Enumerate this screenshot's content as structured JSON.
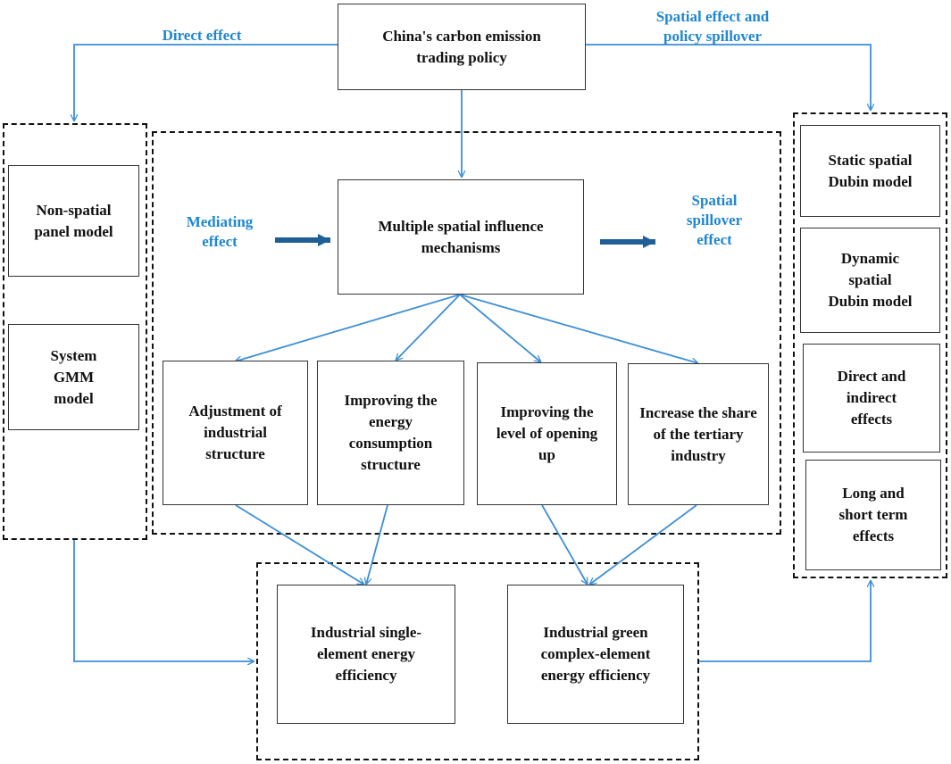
{
  "nodes": {
    "policy": "China's carbon emission trading policy",
    "mechanisms": "Multiple spatial influence mechanisms",
    "non_spatial": "Non-spatial panel model",
    "system_gmm": "System GMM model",
    "adjustment": "Adjustment of industrial structure",
    "energy_structure": "Improving the energy consumption structure",
    "opening_up": "Improving the level of opening up",
    "tertiary": "Increase the share of the tertiary industry",
    "static_sdm": "Static spatial Dubin model",
    "dynamic_sdm": "Dynamic spatial Dubin model",
    "direct_indirect": "Direct and indirect effects",
    "long_short": "Long and short term effects",
    "single_element": "Industrial single-element energy efficiency",
    "green_complex": "Industrial green complex-element energy efficiency"
  },
  "labels": {
    "direct_effect": "Direct effect",
    "spatial_policy": "Spatial effect and policy spillover",
    "mediating": "Mediating effect",
    "spatial_spillover": "Spatial spillover effect"
  },
  "colors": {
    "arrow": "#3d8fd6",
    "thick_arrow": "#1f5f96",
    "label": "#1f86d1",
    "border": "#333333"
  }
}
